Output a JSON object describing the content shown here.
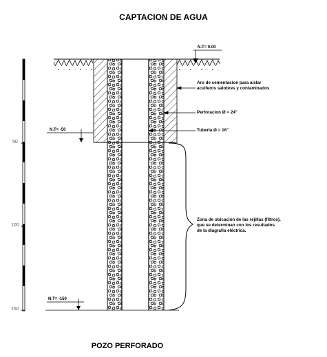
{
  "title": "CAPTACION DE AGUA",
  "subtitle": "POZO PERFORADO",
  "scale": {
    "ticks": [
      "50",
      "100",
      "150"
    ]
  },
  "levels": {
    "top": "N.T= 0.00",
    "mid": "N.T= -50",
    "bottom": "N.T= -150"
  },
  "annotations": {
    "seal_line1": "Aro de cementacion para aislar",
    "seal_line2": "acuiferos salobres y contaminados",
    "bore": "Perforacion Ø = 24\"",
    "casing": "Tubería Ø = 16\"",
    "zone_line1": "Zona de ubicación de las rejillas (filtros),",
    "zone_line2": "que se determinan con los resultados",
    "zone_line3": "de la diagrafia eléctrica."
  }
}
